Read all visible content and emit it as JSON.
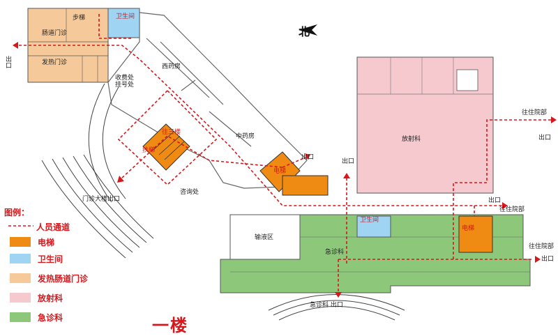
{
  "floor_title": "一楼",
  "north_label": "北",
  "legend": {
    "title": "图例：",
    "items": [
      {
        "label": "人员通道",
        "kind": "dashed",
        "color": "#d6171c"
      },
      {
        "label": "电梯",
        "kind": "fill",
        "color": "#ef8a12"
      },
      {
        "label": "卫生间",
        "kind": "fill",
        "color": "#9fd4f2"
      },
      {
        "label": "发热肠道门诊",
        "kind": "fill",
        "color": "#f6c99a"
      },
      {
        "label": "放射科",
        "kind": "fill",
        "color": "#f6c9cf"
      },
      {
        "label": "急诊科",
        "kind": "fill",
        "color": "#8cc77a"
      }
    ]
  },
  "rooms": {
    "stairs": "步梯",
    "toilet_top": "卫生间",
    "fever_clinic_1": "肠道门诊",
    "fever_clinic_2": "发热门诊",
    "payment": "收费处\n挂号处",
    "west_pharmacy": "西药房",
    "chinese_pharmacy": "中药房",
    "consult": "咨询处",
    "stairs_to_3": "往三楼",
    "lift_center": "扶梯",
    "lift_mid": "电梯",
    "radiology": "放射科",
    "infusion": "输液区",
    "emergency": "急诊科",
    "toilet_er": "卫生间",
    "lift_er": "电梯"
  },
  "exits": {
    "exit_left": "出口",
    "exit_mid": "出口",
    "exit_mid2": "出口",
    "main_entrance": "门诊大楼出口",
    "er_exit": "急诊科 出口",
    "to_inpatient_1": "往住院部",
    "exit_r1": "出口",
    "exit_r2": "出口",
    "to_inpatient_2": "往住院部",
    "to_inpatient_3": "往住院部",
    "exit_r3": "出口"
  },
  "colors": {
    "elevator": "#ef8a12",
    "toilet": "#9fd4f2",
    "fever": "#f6c99a",
    "radiology": "#f6c9cf",
    "emergency": "#8cc77a",
    "route": "#d6171c"
  }
}
